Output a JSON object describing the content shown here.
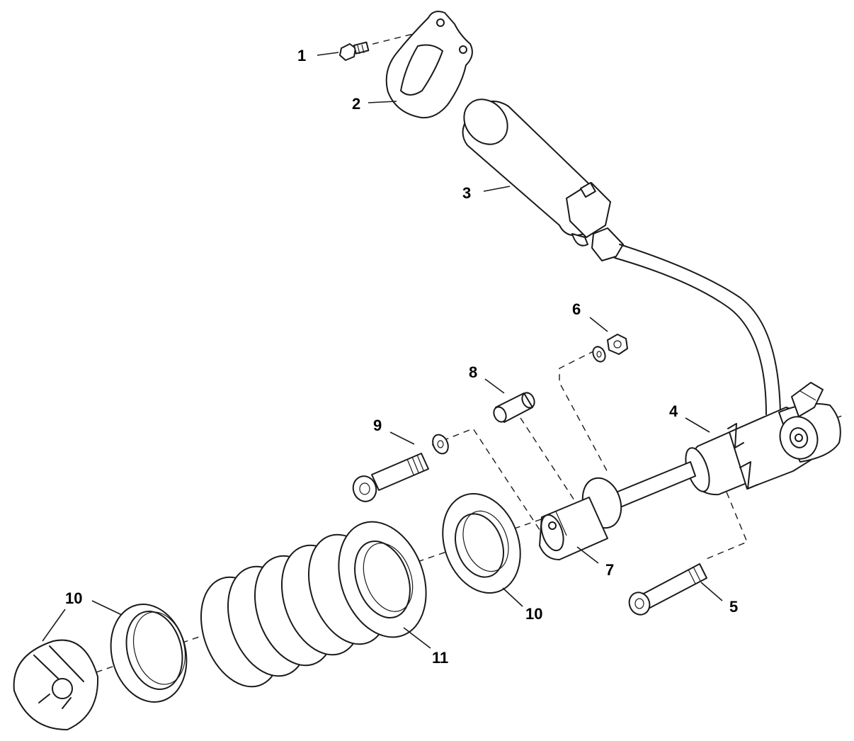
{
  "callouts": {
    "c1": "1",
    "c2": "2",
    "c3": "3",
    "c4": "4",
    "c5": "5",
    "c6": "6",
    "c7": "7",
    "c8": "8",
    "c9": "9",
    "c10a": "10",
    "c10b": "10",
    "c11": "11"
  },
  "colors": {
    "line": "#1a1a1a",
    "background": "#ffffff"
  }
}
